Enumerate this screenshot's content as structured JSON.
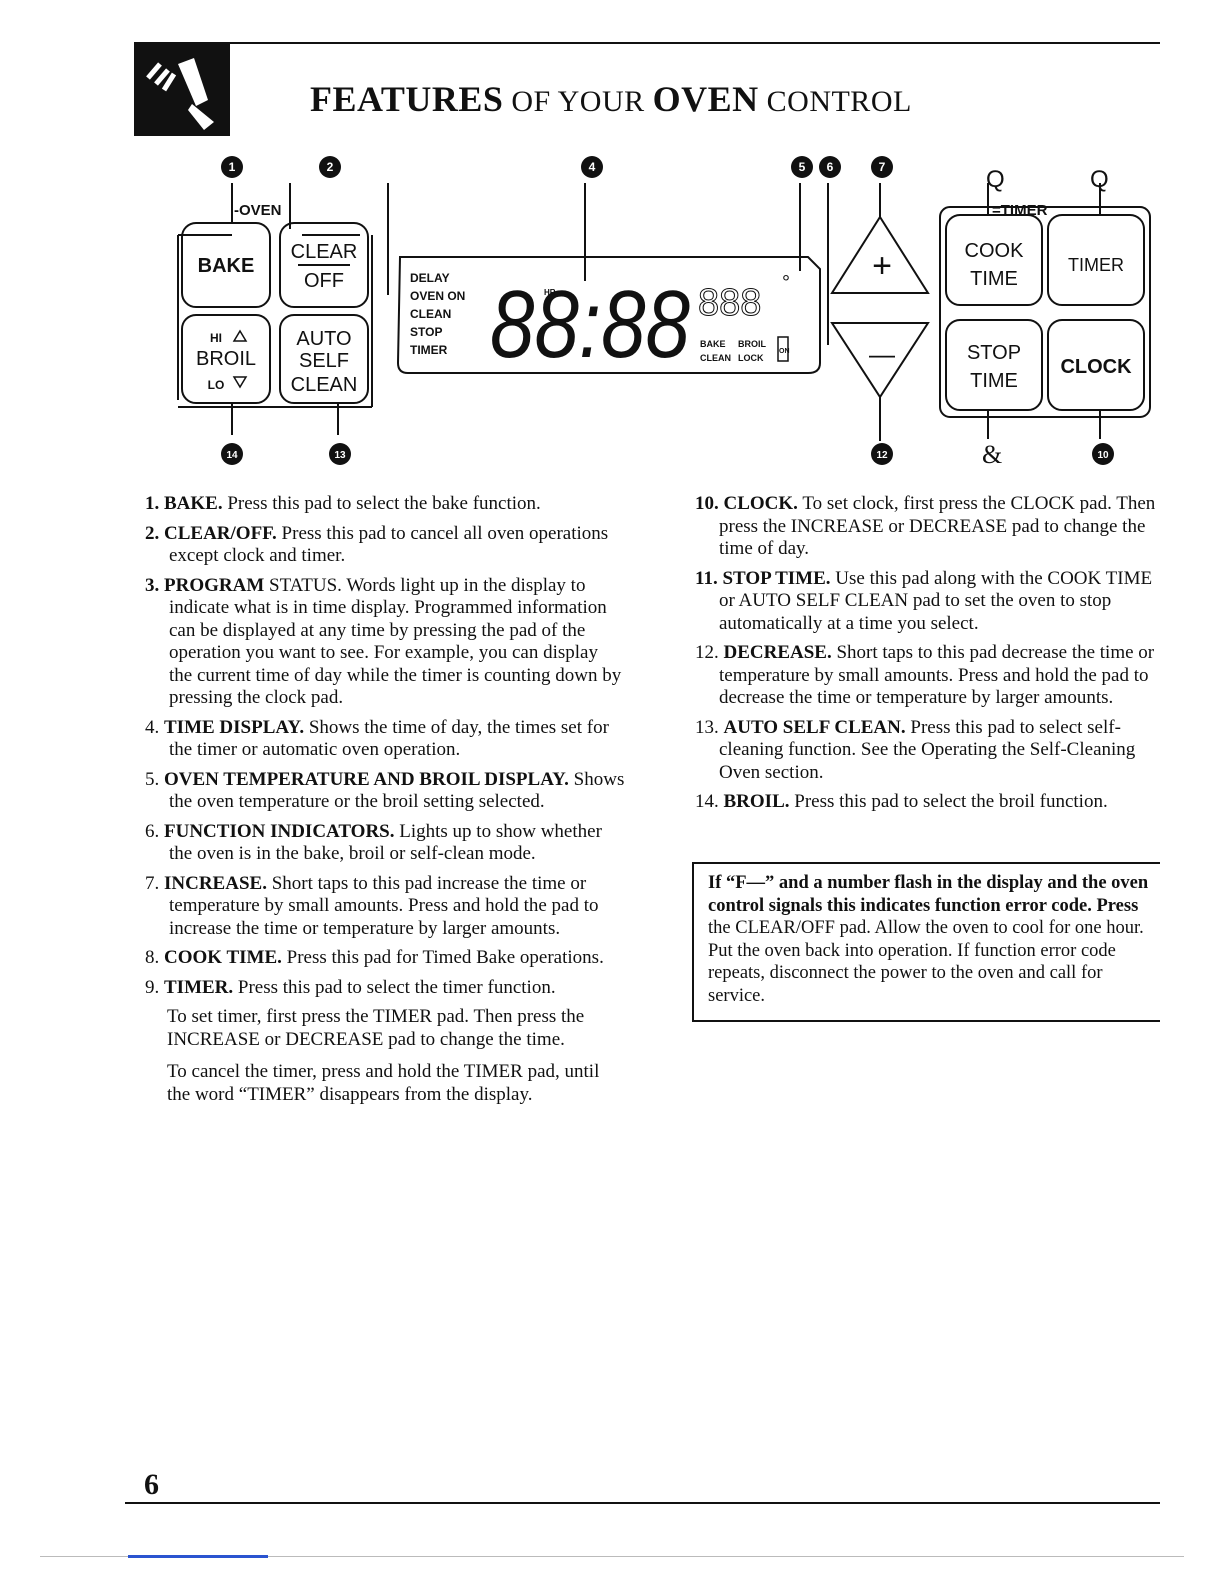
{
  "header": {
    "title_words": [
      "FEATURES",
      " OF YOUR ",
      "OVEN",
      " CONTROL"
    ]
  },
  "diagram": {
    "callouts": [
      "1",
      "2",
      "4",
      "5",
      "6",
      "7",
      "12",
      "10",
      "13",
      "14"
    ],
    "oven_group_label": "-OVEN",
    "timer_group_label": "=TIMER",
    "pads": {
      "bake": "BAKE",
      "clear": "CLEAR",
      "off": "OFF",
      "hi": "HI",
      "broil": "BROIL",
      "lo": "LO",
      "auto": "AUTO",
      "self": "SELF",
      "clean": "CLEAN",
      "increase": "+",
      "decrease": "—",
      "cook": "COOK",
      "cook_time": "TIME",
      "timer": "TIMER",
      "stop": "STOP",
      "stop_time": "TIME",
      "clock": "CLOCK"
    },
    "status_words": [
      "DELAY",
      "OVEN ON",
      "CLEAN",
      "STOP",
      "TIMER"
    ],
    "digits": "88:88",
    "hr": "HR",
    "temp_digits": "888",
    "degree": "°",
    "indicators": {
      "bake": "BAKE",
      "broil": "BROIL",
      "clean": "CLEAN",
      "lock": "LOCK",
      "on_box": "ON"
    },
    "amp": "&",
    "labels_q": [
      "Q",
      "Q"
    ]
  },
  "left_items": [
    {
      "num": "1.",
      "term": "BAKE.",
      "text": " Press this pad to select the bake function."
    },
    {
      "num": "2.",
      "term": "CLEAR/OFF.",
      "text": " Press this pad to cancel all oven operations except clock and timer."
    },
    {
      "num": "3.",
      "term": "PROGRAM",
      "text": " STATUS. Words light up in the display to indicate what is in time display. Programmed information can be displayed at any time by pressing the pad of the operation you want to see. For example, you can display the current time of day while the timer is counting down by pressing the clock pad."
    },
    {
      "num": "4.",
      "term": "TIME DISPLAY.",
      "text": " Shows the time of day, the times set for the timer or automatic oven operation."
    },
    {
      "num": "5.",
      "term": "OVEN TEMPERATURE AND BROIL DISPLAY.",
      "text": " Shows the oven temperature or the broil setting selected."
    },
    {
      "num": "6.",
      "term": "FUNCTION INDICATORS.",
      "text": " Lights up to show whether the oven is in the bake, broil or self-clean mode."
    },
    {
      "num": "7.",
      "term": "INCREASE.",
      "text": " Short taps to this pad increase the time or temperature by small amounts. Press and hold the pad to increase the time or temperature by larger amounts."
    },
    {
      "num": "8.",
      "term": "COOK TIME.",
      "text": " Press this pad for Timed Bake operations."
    },
    {
      "num": "9.",
      "term": "TIMER.",
      "text": " Press this pad to select the timer function."
    }
  ],
  "timer_notes": [
    "To set timer, first press the TIMER pad. Then press the INCREASE or DECREASE pad to change the time.",
    "To cancel the timer, press and hold the TIMER pad, until the word “TIMER” disappears from the display."
  ],
  "right_items": [
    {
      "num": "10.",
      "term": "CLOCK.",
      "text": " To set clock, first press the CLOCK pad. Then press the INCREASE or DECREASE pad to change the time of day."
    },
    {
      "num": "11.",
      "term": "STOP TIME.",
      "text": " Use this pad along with the COOK TIME or AUTO SELF CLEAN pad to set the oven to stop automatically at a time you select."
    },
    {
      "num": "12.",
      "term": "DECREASE.",
      "text": " Short taps to this pad decrease the time or temperature by small amounts. Press and hold the pad to decrease the time or temperature by larger amounts."
    },
    {
      "num": "13.",
      "term": "AUTO SELF CLEAN.",
      "text": " Press this pad to select self-cleaning function. See the Operating the Self-Cleaning Oven section."
    },
    {
      "num": "14.",
      "term": "BROIL.",
      "text": " Press this pad to select the broil function."
    }
  ],
  "note": {
    "bold": "If “F—” and a number flash in the display and the oven control signals this indicates function error code. Press",
    "text": " the CLEAR/OFF pad. Allow the oven to cool for one hour. Put the oven back into operation. If function error code repeats, disconnect the power to the oven and call for service."
  },
  "footer": {
    "page_number": "6"
  }
}
